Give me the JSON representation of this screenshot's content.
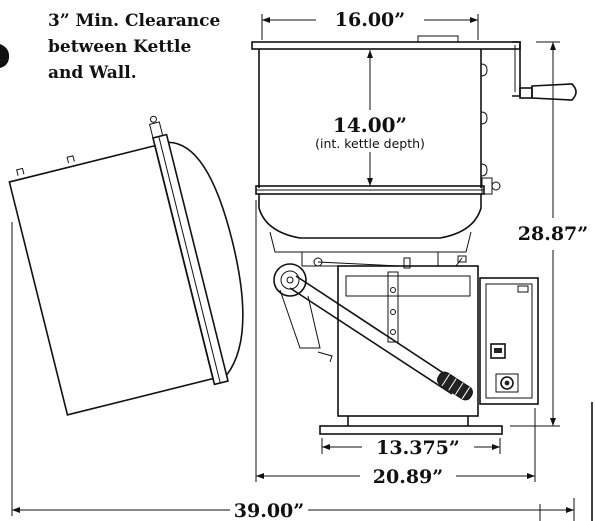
{
  "clearance_note": {
    "line1": "3” Min. Clearance",
    "line2": "between Kettle",
    "line3": "and Wall."
  },
  "dimensions": {
    "top_width": "16.00”",
    "kettle_depth": "14.00”",
    "kettle_depth_note": "(int. kettle depth)",
    "overall_height": "28.87”",
    "base_width": "13.375”",
    "body_width": "20.89”",
    "overall_width": "39.00”"
  }
}
